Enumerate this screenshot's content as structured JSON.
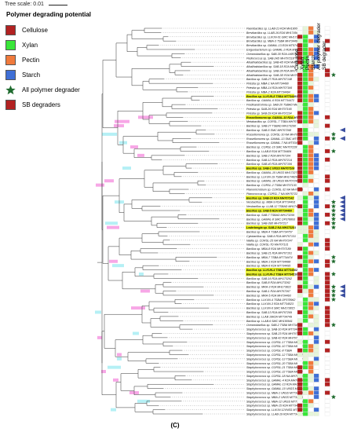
{
  "scale": {
    "label": "Tree scale: 0.01"
  },
  "legend": {
    "title": "Polymer degrading potential",
    "items": [
      {
        "label": "Cellulose",
        "color": "#b22222",
        "icon": "square"
      },
      {
        "label": "Xylan",
        "color": "#39e639",
        "icon": "square"
      },
      {
        "label": "Pectin",
        "color": "#f07a3c",
        "icon": "square"
      },
      {
        "label": "Starch",
        "color": "#3f6fd6",
        "icon": "square"
      },
      {
        "label": "All polymer degrader",
        "color": "#1f6b2e",
        "icon": "star-icon"
      },
      {
        "label": "SB degraders",
        "color": "#b22222",
        "icon": "square"
      }
    ]
  },
  "columns": [
    "Cellulose",
    "Xylan",
    "Pectin",
    "Starch",
    "All polymer degrader",
    "SB degrader"
  ],
  "colors": {
    "highlight": "#e8f020",
    "pink": "#f7a7e6",
    "cyan": "#b5f0f5",
    "branch": "#333333",
    "dotted": "#999999",
    "star": "#1f6b2e",
    "triangle": "#3b4fa0"
  },
  "leaves": [
    "Paenibacillus sp. LLAB-21-R2A MH190060",
    "Brevibacillus sp. LLAB-16-R2A MH174942",
    "Brevibacillus sp. LLKUN-01-SMC MH173290",
    "Brevibacillus sp. MBA-3 TSBA MH734493",
    "Brevibacillus sp. GAMAL-13-R2A MT574230",
    "Exiguobacterium sp. GAMAL-2-R2A MT524736",
    "Oceanobacillus sp. SAB-30 R2A LM878432",
    "Pediococcus sp. SAB-24D MH707218",
    "Alkalihalobacillus sp. SAB-4D R2A MH707165",
    "Alkalihalobacillus sp. SAB-18-R2A MH173263",
    "Alkalihalobacillus sp. SAB-28 R2A MH707180",
    "Alkalihalobacillus sp. SAB-3D R2A MH707191",
    "Bacillus sp. SAB-27 R2A MH707148",
    "Priestia sp. MBA-1 NA MT734490",
    "Priestia sp. MBA-14 R2A MH707166",
    "Priestia sp. MBA-2 R2A MT734494",
    "Bacillus sp. LLKUN-8 TSBA MT734491",
    "Bacillus sp. GAMAL-6 R2A MT734472",
    "Fredinandcohnia sp. SAB-20 TSBAD MH703868",
    "Priestia sp. SAB-26 R2A MH707165",
    "Priestia sp. SAB-29 R2A MH707234",
    "Rossellomorea sp. GAMAL-10 R2A MT534788",
    "Metabacillus sp. CORSL-7 TSBA MH707260",
    "Bacillus sp. SAB-27 TSBAD MH173290",
    "Bacillus sp. SAB-5 SMC MH707268",
    "Rossellomorea sp. CORSL-10 NA MH707263",
    "Rossellomorea sp. GAMAL-13 SMC MT534732",
    "Rossellomorea sp. GAMAL-7 NA MT534736",
    "Bacillus sp. CORSL-10 SMC MH707228",
    "Bacillus sp. LLAB-8 R2A MT734484",
    "Bacillus sp. SAB-2 R2A MH707104",
    "Bacillus sp. SAB-12 R2A MH707214",
    "Bacillus sp. SAB-40 R2A MH707106",
    "Bacillus sp. SAB-1 UNSS MH707106",
    "Bacillus sp. GAMAL-15 UNSS MH173279",
    "Bacillus sp. LLKUN-19 TSBA MH174826",
    "Bacillus sp. GAMAL-18 UNSS MH707246",
    "Bacillus sp. CORSL-2 TSBA MH707130",
    "Planomicrobium sp. CORSL-32 NA MH707213",
    "Planococcus sp. CORSL-7 NA MH707228",
    "Bacillus sp. SAB-10 R2A MH707142",
    "Neobacillus sp. MBA-9 R2A MT734491",
    "Neobacillus sp. LLAB-12 TSBAD MH174952",
    "Bacillus sp. SAB-5 R2A MT734480",
    "Bacillus sp. SAB-7 TSBAD MH173259",
    "Bacillus sp. GAMAL-8 SMC OP378893",
    "Bacillus sp. SAB-39D MH707217",
    "Lederbergia sp. SAB-2 NA MH173281",
    "Bacillus sp. MBA-4 TSBA MT734757",
    "Cytobacillus sp. SAB-6 R2A MH707131",
    "Niallia sp. CORSL-25 NA MH707247",
    "Niallia sp. CORSL-7D MH707131",
    "Bacillus sp. MBA-8 R2A MH707189",
    "Bacillus sp. SAB-21 R2A MH707101",
    "Bacillus sp. MBA-7 TSBA MT734474",
    "Bacillus sp. MBA-1 R2A MT734488",
    "Bacillus sp. MBA-6 R2A MT734495",
    "Bacillus sp. LLKUN-4 TSBA MT734502",
    "Bacillus sp. LLKUN-2 TSBA MT734510",
    "Bacillus sp. SAB-16 R2A MH173262",
    "Bacillus sp. SAB-8 R2A MH173262",
    "Bacillus sp. MRA-3 R2A MH173822",
    "Bacillus sp. SAB-1 R2A MH707267",
    "Bacillus sp. MRA-5 R2A MH734493",
    "Bacillus sp. LLKUN-4 TSBA OP378962",
    "Bacillus sp. LLKUN-3 R2A MT734523",
    "Bacillus sp. LLKUN-6 SMC MH173815",
    "Bacillus sp. SAB-13 R2A MH707269",
    "Bacillus sp. LLAB 19R2A MT734749",
    "Bacillus sp. LLAB-6 SMC MH190941",
    "Oceanobacillus sp. SAB-2 TSBA MH734688",
    "Staphylococcus sp. SAB-10 R2A MT734472",
    "Staphylococcus sp. SAB-23 R2A MH707111",
    "Staphylococcus sp. SAB-42 R2A MH707266",
    "Staphylococcus sp. CORSL-17 TSBA MH707181",
    "Staphylococcus sp. CORSL-10 TSBA MH707182",
    "Staphylococcus sp. CORSL-8 TSBA",
    "Staphylococcus sp. CORSL-12 TSBA MH707189",
    "Staphylococcus sp. CORSL-13 TSBA MH707186",
    "Staphylococcus sp. CORSL-20 TSBA MH707183",
    "Staphylococcus sp. CORSL-21 TSBA MH707184",
    "Staphylococcus sp. CORSL-22 TSBA MH707191",
    "Staphylococcus sp. CORSL-18 NA MH707188",
    "Staphylococcus sp. GAMAL-4 R2A MH707194",
    "Staphylococcus sp. GAMAL-13 R2A MH173267",
    "Staphylococcus sp. GAMAL-10 UNSS MH174968",
    "Staphylococcus sp. MBA-1 UNSS MT734758",
    "Staphylococcus sp. MBA-2 UNSS MT734519",
    "Staphylococcus sp. MBA-12 UNSS MT734557",
    "Staphylococcus sp. MBA-15 R2A MT734497",
    "Staphylococcus sp. LLKUN 12VNSS MT734735",
    "Staphylococcus sp. LLAB-19 R2A MT734152"
  ],
  "highlighted": [
    16,
    21,
    33,
    40,
    43,
    47,
    57,
    58
  ],
  "stars": [
    11,
    25,
    26,
    29,
    41,
    42,
    43,
    44,
    45,
    46,
    47,
    54,
    55,
    58,
    61,
    62,
    63,
    64,
    70,
    87
  ],
  "triangles": [
    24,
    26,
    40,
    41,
    42,
    43,
    44,
    45,
    61,
    62,
    63
  ],
  "panel_label": "(C)"
}
